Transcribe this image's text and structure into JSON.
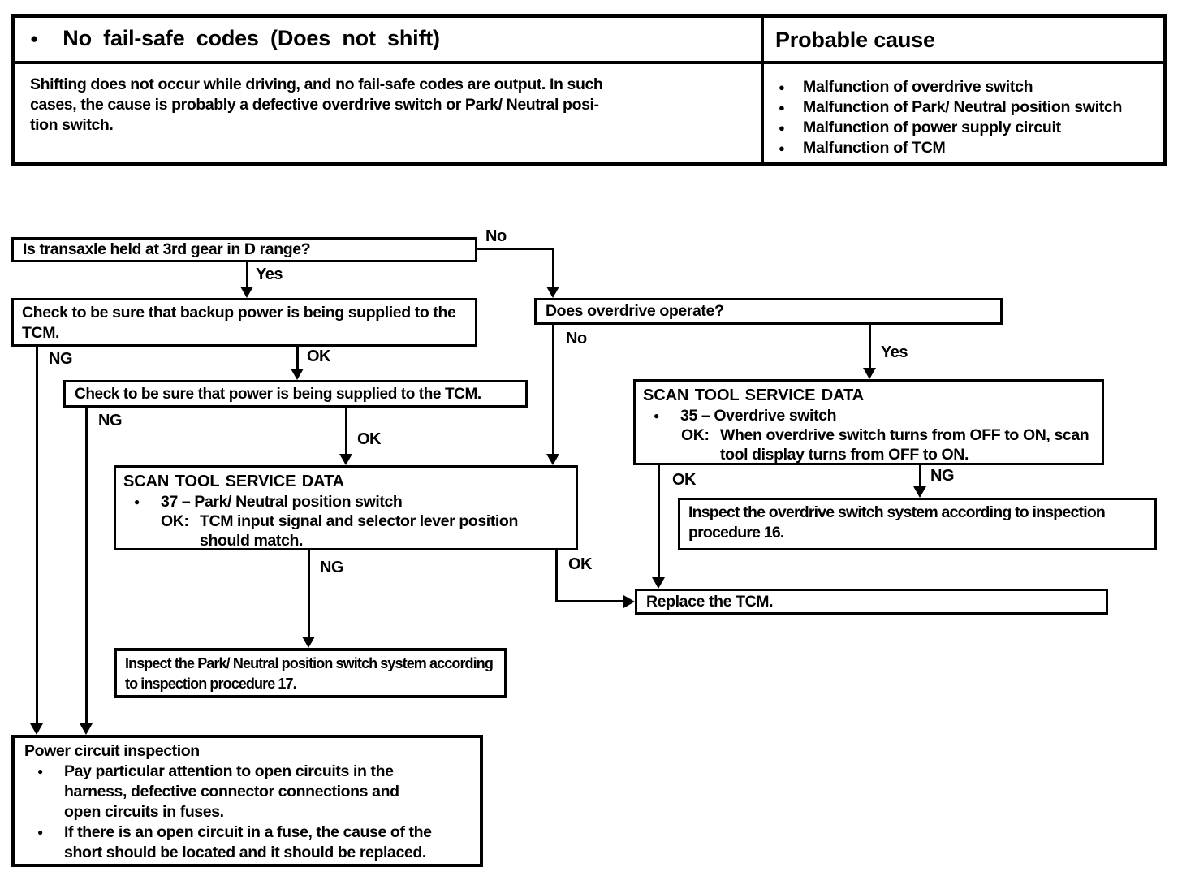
{
  "glyphs": {
    "bullet": "●"
  },
  "colors": {
    "ink": "#000000",
    "paper": "#ffffff"
  },
  "table": {
    "header": {
      "title": "No fail-safe codes (Does not shift)",
      "cause_title": "Probable cause"
    },
    "description": [
      "Shifting does not occur while driving, and no fail-safe codes are output.  In such",
      "cases, the cause is probably a defective overdrive switch or Park/ Neutral posi-",
      "tion switch."
    ],
    "causes": [
      "Malfunction of overdrive switch",
      "Malfunction of Park/ Neutral position switch",
      "Malfunction of power supply circuit",
      "Malfunction of TCM"
    ]
  },
  "flow": {
    "q_transaxle": "Is transaxle held at 3rd gear in D range?",
    "check_backup": "Check to be sure that backup power is being supplied to the TCM.",
    "check_power": "Check to be sure that power is being supplied to the TCM.",
    "scan37": {
      "title": "SCAN TOOL SERVICE DATA",
      "item": "37 – Park/ Neutral position switch",
      "ok_label": "OK:",
      "ok_text": "TCM input signal and selector lever position should match."
    },
    "q_overdrive": "Does overdrive operate?",
    "scan35": {
      "title": "SCAN TOOL SERVICE DATA",
      "item": "35 – Overdrive switch",
      "ok_label": "OK:",
      "ok_text": "When overdrive switch turns from OFF to ON, scan tool display turns from OFF to ON."
    },
    "inspect_od": "Inspect the overdrive switch system according to inspection procedure 16.",
    "replace_tcm": "Replace the TCM.",
    "inspect_pn": "Inspect the Park/ Neutral position switch system according to inspection procedure 17.",
    "power_inspection": {
      "title": "Power circuit inspection",
      "items": [
        "Pay particular attention to open circuits in the harness, defective connector connections and open circuits in fuses.",
        "If there is an open circuit in a fuse, the cause of the short should be located and it should be replaced."
      ]
    }
  },
  "labels": {
    "yes": "Yes",
    "no": "No",
    "ok": "OK",
    "ng": "NG"
  }
}
